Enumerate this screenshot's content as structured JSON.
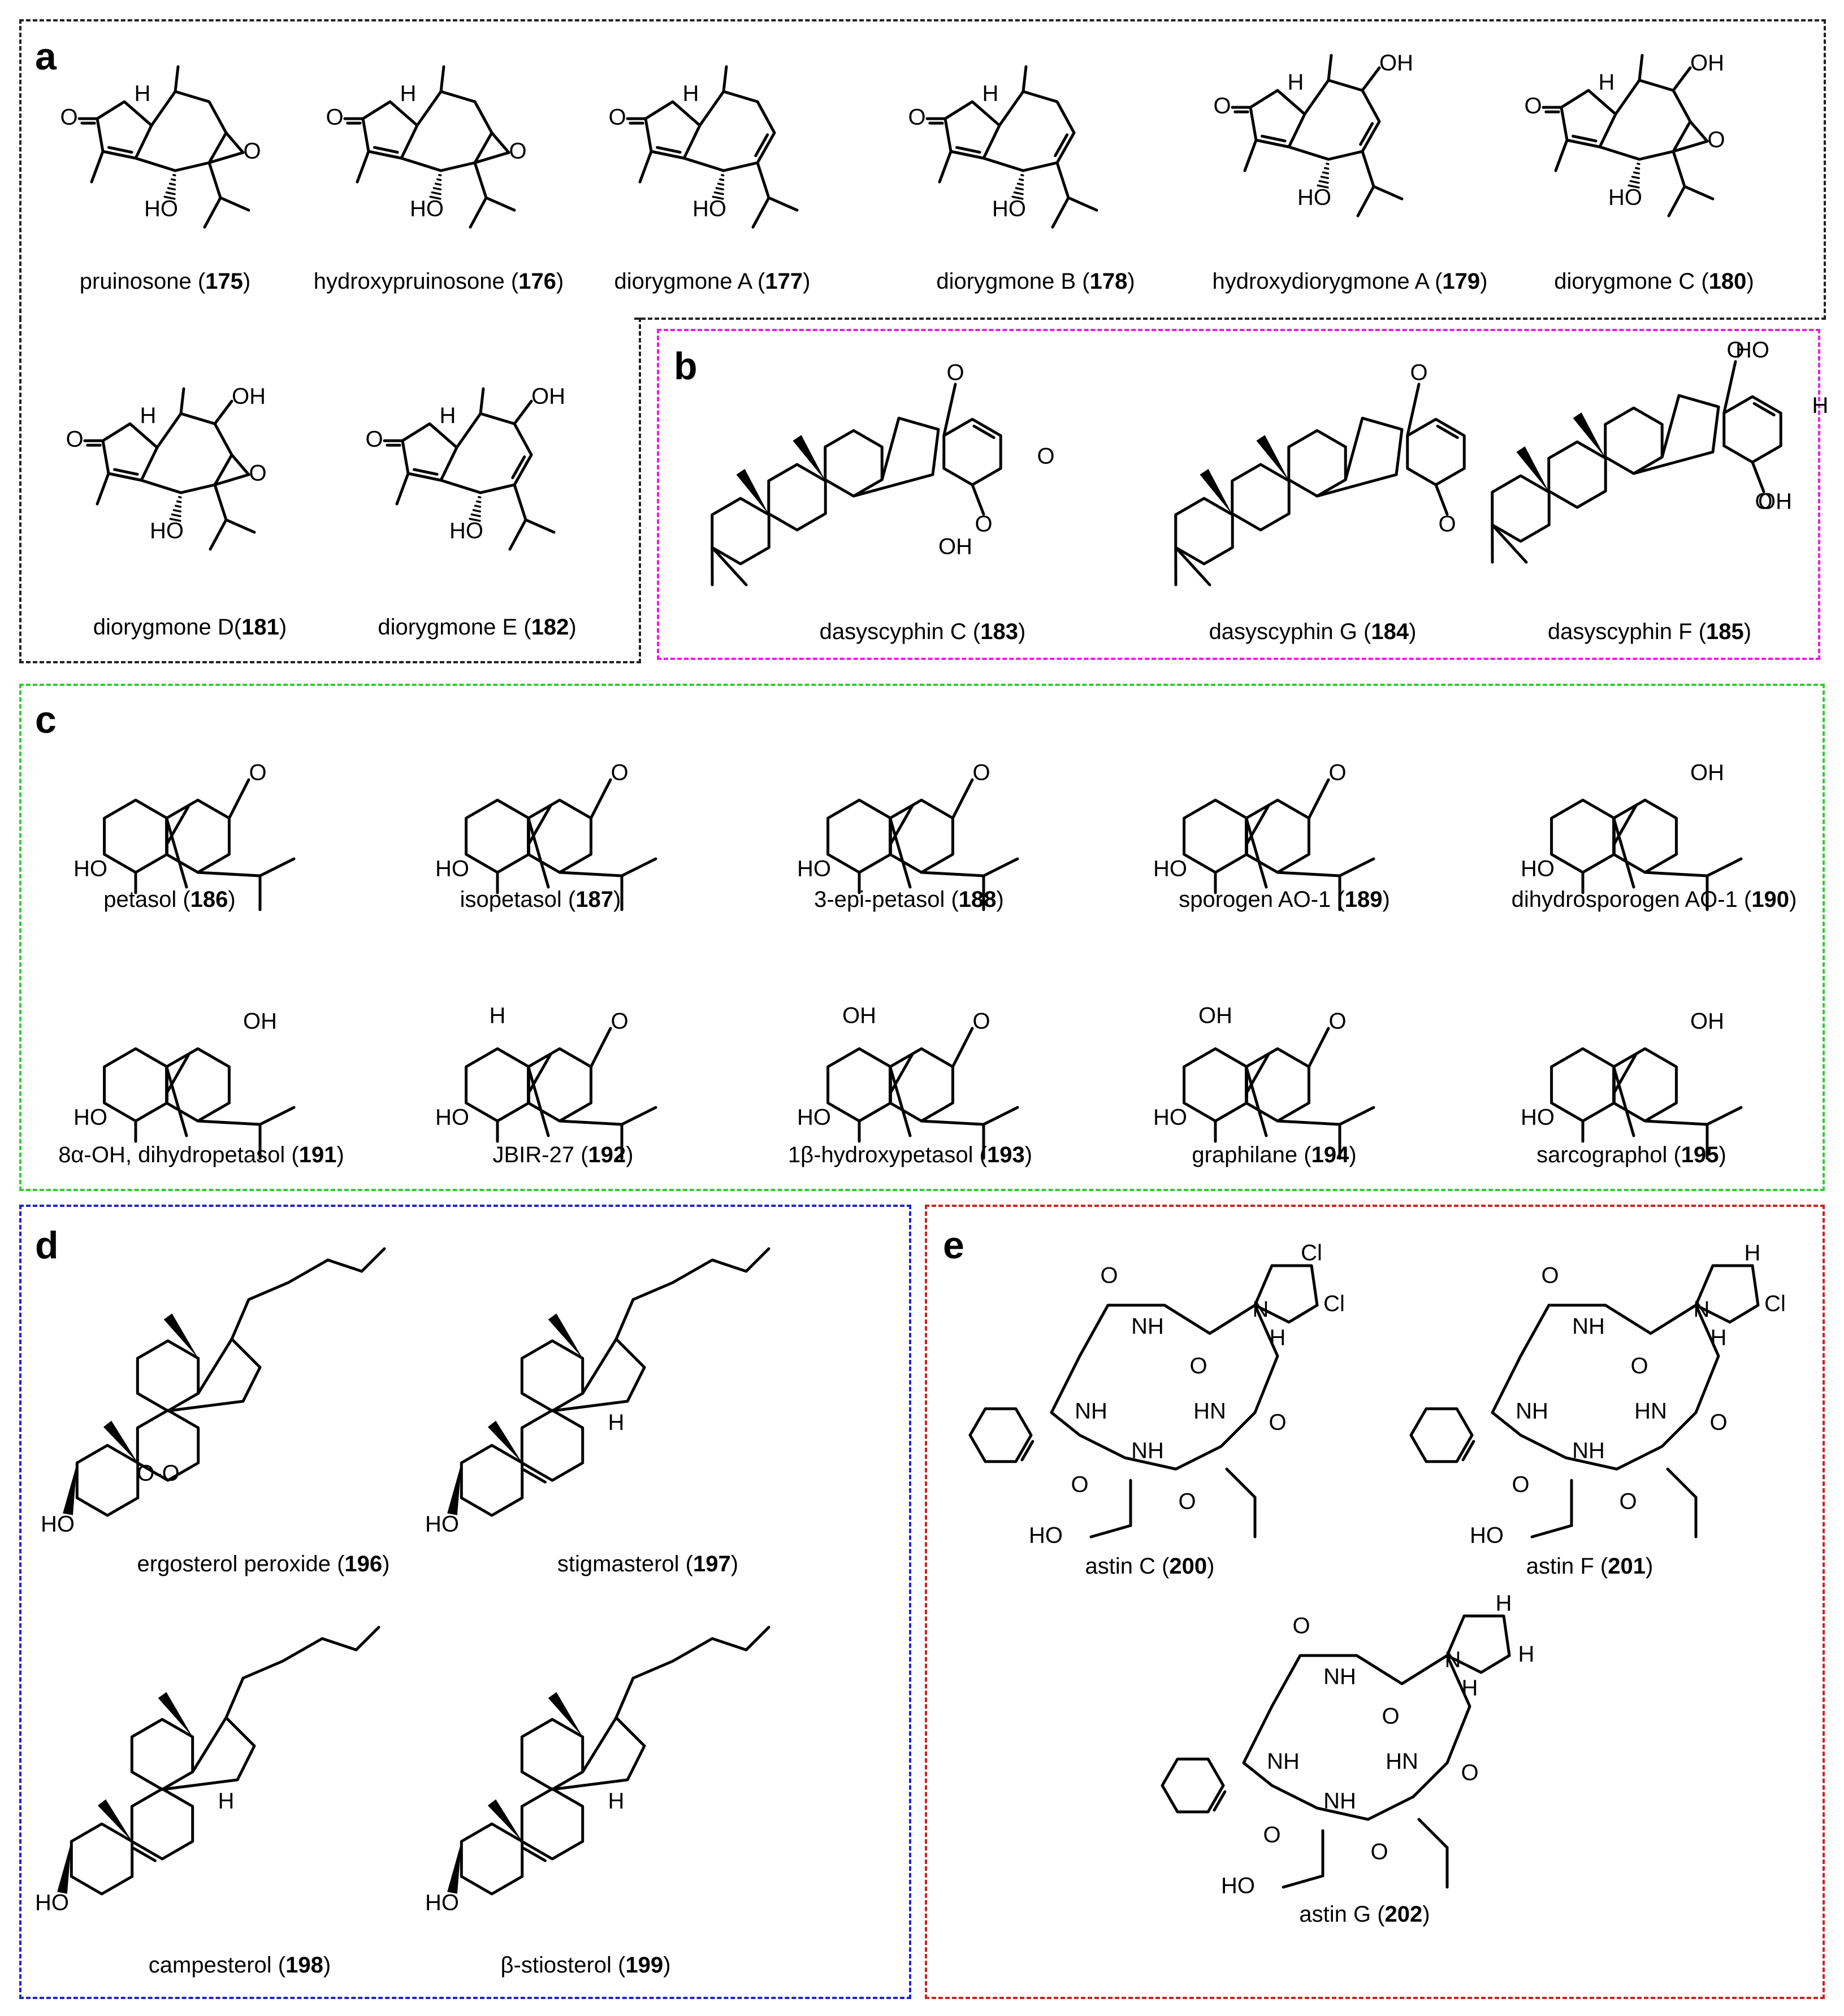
{
  "panels": [
    {
      "id": "a",
      "label": "a",
      "color": "#222222"
    },
    {
      "id": "b",
      "label": "b",
      "color": "#e91ee9"
    },
    {
      "id": "c",
      "label": "c",
      "color": "#33cc33"
    },
    {
      "id": "d",
      "label": "d",
      "color": "#2222cc"
    },
    {
      "id": "e",
      "label": "e",
      "color": "#cc2222"
    }
  ],
  "compounds": [
    {
      "panel": "a",
      "name": "pruinosone",
      "num": "175"
    },
    {
      "panel": "a",
      "name": "hydroxypruinosone",
      "num": "176"
    },
    {
      "panel": "a",
      "name": "diorygmone A",
      "num": "177"
    },
    {
      "panel": "a",
      "name": "diorygmone B",
      "num": "178"
    },
    {
      "panel": "a",
      "name": "hydroxydiorygmone A",
      "num": "179"
    },
    {
      "panel": "a",
      "name": "diorygmone C",
      "num": "180"
    },
    {
      "panel": "a",
      "name": "diorygmone D",
      "num": "181",
      "nospace": true
    },
    {
      "panel": "a",
      "name": "diorygmone E",
      "num": "182"
    },
    {
      "panel": "b",
      "name": "dasyscyphin C",
      "num": "183"
    },
    {
      "panel": "b",
      "name": "dasyscyphin G",
      "num": "184"
    },
    {
      "panel": "b",
      "name": "dasyscyphin F",
      "num": "185"
    },
    {
      "panel": "c",
      "name": "petasol",
      "num": "186"
    },
    {
      "panel": "c",
      "name": "isopetasol",
      "num": "187"
    },
    {
      "panel": "c",
      "name": "3-epi-petasol",
      "num": "188"
    },
    {
      "panel": "c",
      "name": "sporogen AO-1",
      "num": "189"
    },
    {
      "panel": "c",
      "name": "dihydrosporogen AO-1",
      "num": "190"
    },
    {
      "panel": "c",
      "name": "8α-OH, dihydropetasol ",
      "num": "191"
    },
    {
      "panel": "c",
      "name": "JBIR-27",
      "num": "192"
    },
    {
      "panel": "c",
      "name": "1β-hydroxypetasol",
      "num": "193"
    },
    {
      "panel": "c",
      "name": "graphilane",
      "num": "194"
    },
    {
      "panel": "c",
      "name": "sarcographol",
      "num": "195"
    },
    {
      "panel": "d",
      "name": "ergosterol peroxide",
      "num": "196"
    },
    {
      "panel": "d",
      "name": "stigmasterol",
      "num": "197"
    },
    {
      "panel": "d",
      "name": "campesterol",
      "num": "198"
    },
    {
      "panel": "d",
      "name": "β-stiosterol",
      "num": "199"
    },
    {
      "panel": "e",
      "name": "astin C",
      "num": "200"
    },
    {
      "panel": "e",
      "name": "astin F",
      "num": "201"
    },
    {
      "panel": "e",
      "name": "astin G",
      "num": "202"
    }
  ],
  "atom_labels": {
    "O": "O",
    "OH": "OH",
    "HO": "HO",
    "H": "H",
    "Cl": "Cl",
    "NH": "NH",
    "HN": "HN",
    "N": "N",
    "OO": "O-O"
  }
}
